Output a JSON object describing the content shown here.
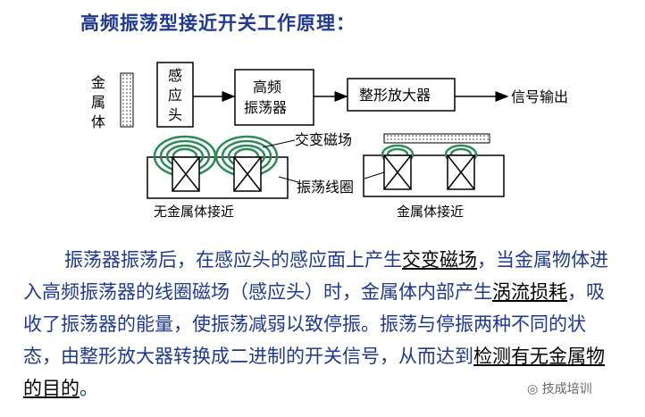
{
  "title": "高频振荡型接近开关工作原理：",
  "diagram": {
    "metal_label": [
      "金",
      "属",
      "体"
    ],
    "sensor_label": [
      "感",
      "应",
      "头"
    ],
    "oscillator_label": [
      "高频",
      "振荡器"
    ],
    "amplifier_label": "整形放大器",
    "output_label": "信号输出",
    "field_label": "交变磁场",
    "coil_label": "振荡线圈",
    "no_metal_caption": "无金属体接近",
    "metal_caption": "金属体接近"
  },
  "description": {
    "p1": "振荡器振荡后，在感应头的感应面上产生",
    "u1": "交变磁场",
    "p2": "，当金属物体进入高频振荡器的线圈磁场（感应头）时，金属体内部产生",
    "u2": "涡流损耗",
    "p3": "，吸收了振荡器的能量，使振荡减弱以致停振。振荡与停振两种不同的状态，由整形放大器转换成二进制的开关信号，从而达到",
    "u3": "检测有无金属物的目的",
    "p4": "。"
  },
  "watermark": "技成培训",
  "colors": {
    "title": "#1f3a8f",
    "ring": "#2e8b57",
    "text_blue": "#1f3a8f"
  }
}
